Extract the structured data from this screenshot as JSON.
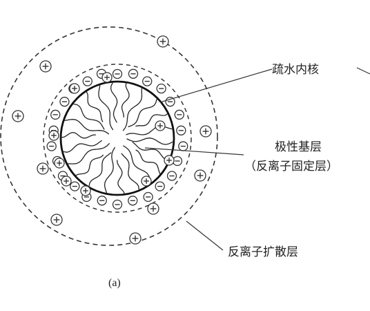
{
  "labels": {
    "core": "疏水内核",
    "polar_layer": "极性基层",
    "fixed_layer": "（反离子固定层）",
    "diffuse_layer": "反离子扩散层",
    "caption": "(a)"
  },
  "ions": {
    "positive": "⊕",
    "negative": "⊖"
  },
  "colors": {
    "ink": "#222222",
    "background": "#ffffff"
  }
}
